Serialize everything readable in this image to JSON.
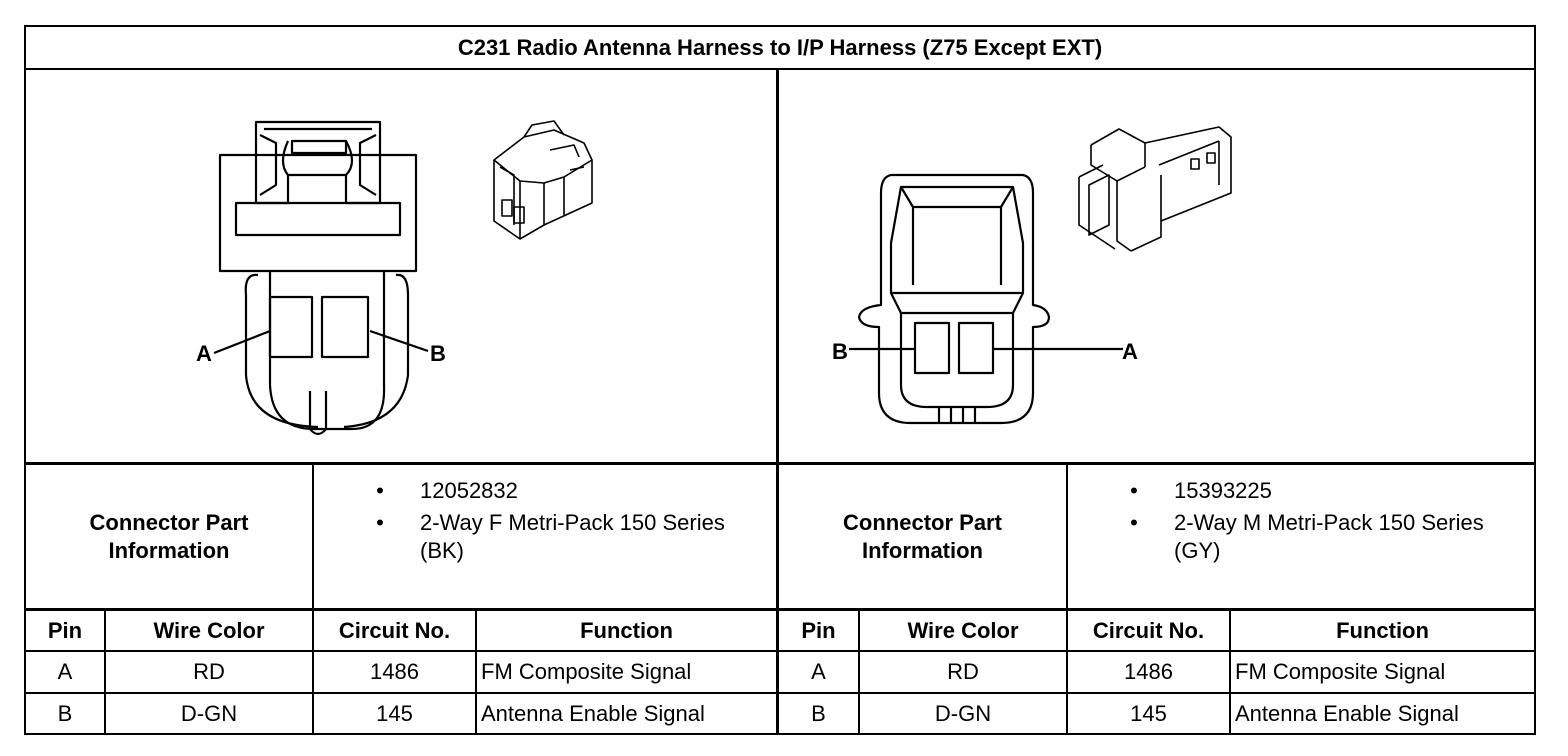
{
  "title": "C231 Radio Antenna Harness to I/P Harness (Z75 Except EXT)",
  "left": {
    "connector_info_label": [
      "Connector Part",
      "Information"
    ],
    "part_info": [
      "12052832",
      "2-Way F Metri-Pack 150 Series (BK)"
    ],
    "pin_labels": {
      "a": "A",
      "b": "B"
    },
    "headers": {
      "pin": "Pin",
      "wire_color": "Wire Color",
      "circuit": "Circuit No.",
      "function": "Function"
    },
    "rows": [
      {
        "pin": "A",
        "wire_color": "RD",
        "circuit": "1486",
        "function": "FM Composite Signal"
      },
      {
        "pin": "B",
        "wire_color": "D-GN",
        "circuit": "145",
        "function": "Antenna Enable Signal"
      }
    ]
  },
  "right": {
    "connector_info_label": [
      "Connector Part",
      "Information"
    ],
    "part_info": [
      "15393225",
      "2-Way M Metri-Pack 150 Series (GY)"
    ],
    "pin_labels": {
      "a": "A",
      "b": "B"
    },
    "headers": {
      "pin": "Pin",
      "wire_color": "Wire Color",
      "circuit": "Circuit No.",
      "function": "Function"
    },
    "rows": [
      {
        "pin": "A",
        "wire_color": "RD",
        "circuit": "1486",
        "function": "FM Composite Signal"
      },
      {
        "pin": "B",
        "wire_color": "D-GN",
        "circuit": "145",
        "function": "Antenna Enable Signal"
      }
    ]
  },
  "bullet": "•"
}
